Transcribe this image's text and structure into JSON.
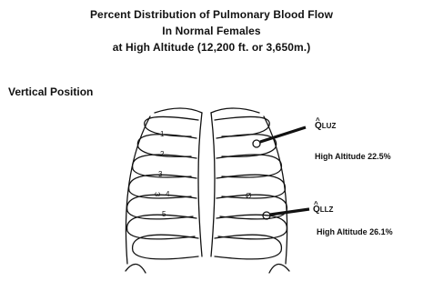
{
  "title": {
    "line1": "Percent Distribution of Pulmonary Blood Flow",
    "line2": "In Normal Females",
    "line3": "at High Altitude (12,200 ft. or 3,650m.)"
  },
  "position_label": "Vertical Position",
  "zones": [
    {
      "q_symbol": "Q",
      "q_sub": "LUZ",
      "value_label": "High Altitude 22.5%"
    },
    {
      "q_symbol": "Q",
      "q_sub": "LLZ",
      "value_label": "High Altitude 26.1%"
    }
  ],
  "rib_numbers": [
    "1",
    "2",
    "3",
    "4",
    "5"
  ],
  "rib_marks": [
    "ω",
    "Ø"
  ],
  "colors": {
    "ink": "#111111",
    "background": "#ffffff"
  }
}
